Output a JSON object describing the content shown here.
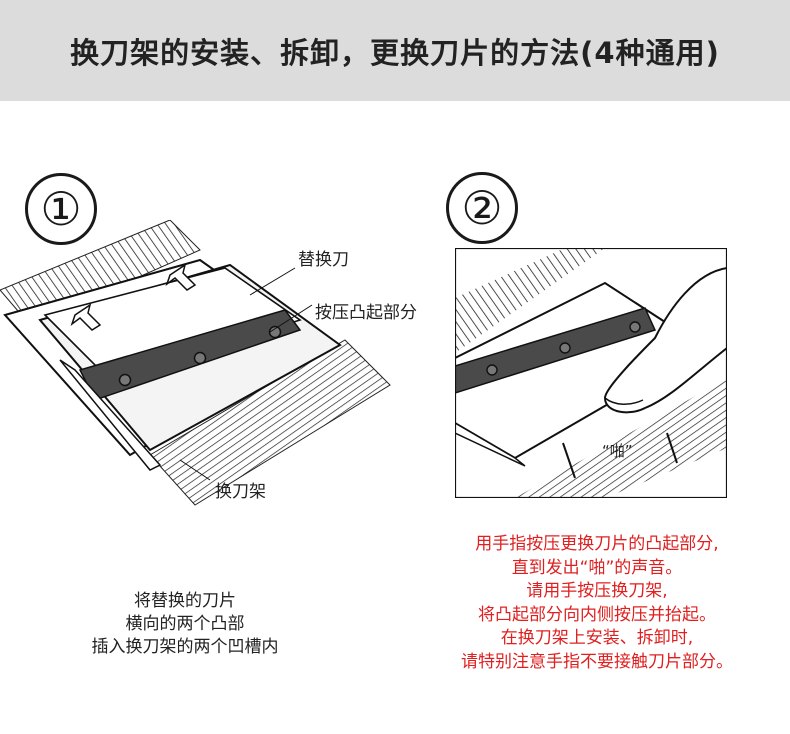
{
  "header": {
    "title": "换刀架的安装、拆卸，更换刀片的方法(4种通用)"
  },
  "steps": [
    {
      "number": "①",
      "labels": {
        "replacement_blade": "替换刀",
        "press_tab": "按压凸起部分",
        "blade_holder": "换刀架"
      },
      "caption": [
        "将替换的刀片",
        "横向的两个凸部",
        "插入换刀架的两个凹槽内"
      ]
    },
    {
      "number": "②",
      "sound_label": "“啪”",
      "caption": [
        "用手指按压更换刀片的凸起部分,",
        "直到发出“啪”的声音。",
        "请用手按压换刀架,",
        "将凸起部分向内侧按压并抬起。",
        "在换刀架上安装、拆卸时,",
        "请特别注意手指不要接触刀片部分。"
      ]
    }
  ],
  "colors": {
    "header_bg": "#dcdcdc",
    "warning_text": "#e02020",
    "blade": "#4a4a4a"
  }
}
